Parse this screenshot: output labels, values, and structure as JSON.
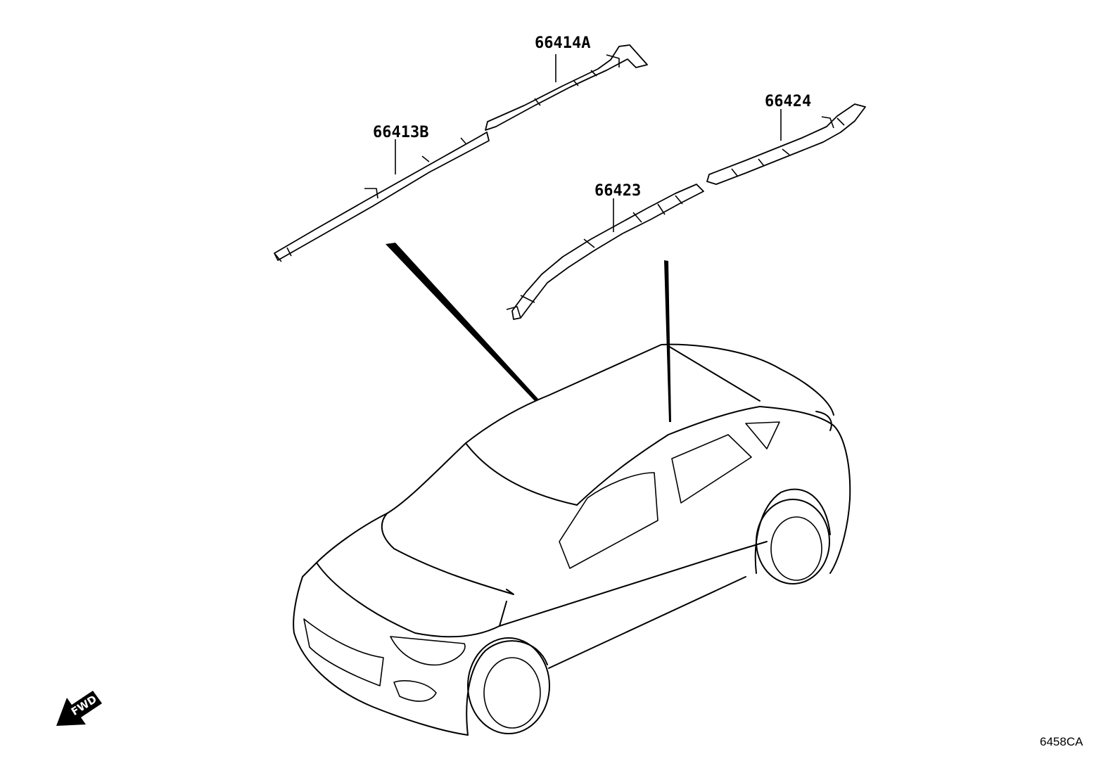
{
  "callouts": [
    {
      "part_no": "66414A"
    },
    {
      "part_no": "66413B"
    },
    {
      "part_no": "66424"
    },
    {
      "part_no": "66423"
    }
  ],
  "direction_marker": {
    "label": "FWD",
    "icon": "fwd-arrow-icon"
  },
  "diagram_code": "6458CA"
}
